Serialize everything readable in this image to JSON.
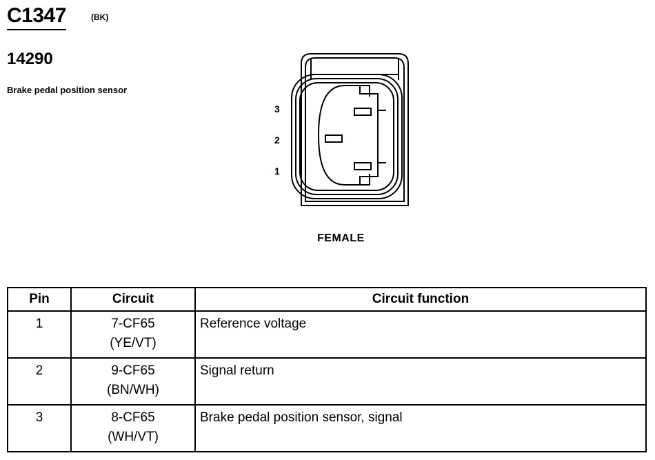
{
  "connector": {
    "id": "C1347",
    "color": "(BK)",
    "part_number": "14290",
    "component_name": "Brake pedal position sensor",
    "gender": "FEMALE"
  },
  "pin_labels": [
    "3",
    "2",
    "1"
  ],
  "table": {
    "headers": [
      "Pin",
      "Circuit",
      "Circuit function"
    ],
    "rows": [
      {
        "pin": "1",
        "circuit": "7-CF65",
        "wire_color": "(YE/VT)",
        "function": "Reference voltage"
      },
      {
        "pin": "2",
        "circuit": "9-CF65",
        "wire_color": "(BN/WH)",
        "function": "Signal return"
      },
      {
        "pin": "3",
        "circuit": "8-CF65",
        "wire_color": "(WH/VT)",
        "function": "Brake pedal position sensor, signal"
      }
    ]
  }
}
